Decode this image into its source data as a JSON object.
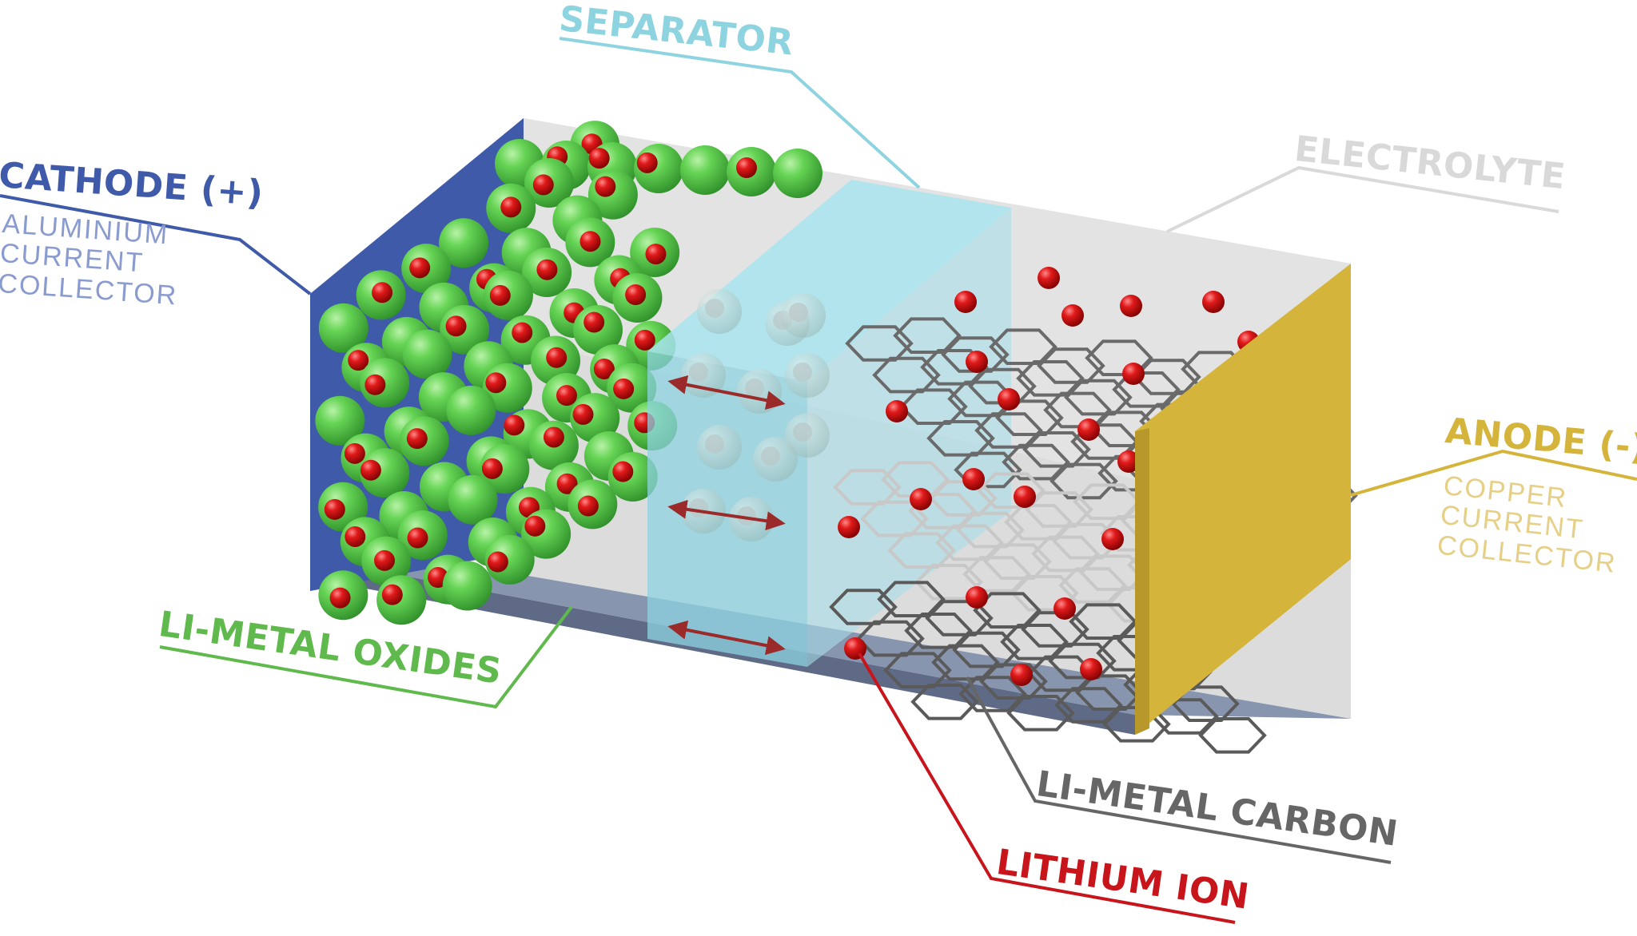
{
  "labels": {
    "cathode": {
      "title": "CATHODE (+)",
      "sub": [
        "ALUMINIUM",
        "CURRENT",
        "COLLECTOR"
      ]
    },
    "separator": "SEPARATOR",
    "electrolyte": "ELECTROLYTE",
    "anode": {
      "title": "ANODE (-)",
      "sub": [
        "COPPER",
        "CURRENT",
        "COLLECTOR"
      ]
    },
    "oxides": "LI-METAL OXIDES",
    "carbon": "LI-METAL CARBON",
    "ion": "LITHIUM ION"
  },
  "colors": {
    "cathode": "#3f5aa8",
    "separator": "#8ed3e0",
    "electrolyte": "#d9d9d9",
    "anode": "#d4b43a",
    "oxides": "#5fb94c",
    "carbon": "#666666",
    "ion": "#c8151b",
    "sphere_green": "#59c94a",
    "arrow": "#9b2a2a"
  }
}
